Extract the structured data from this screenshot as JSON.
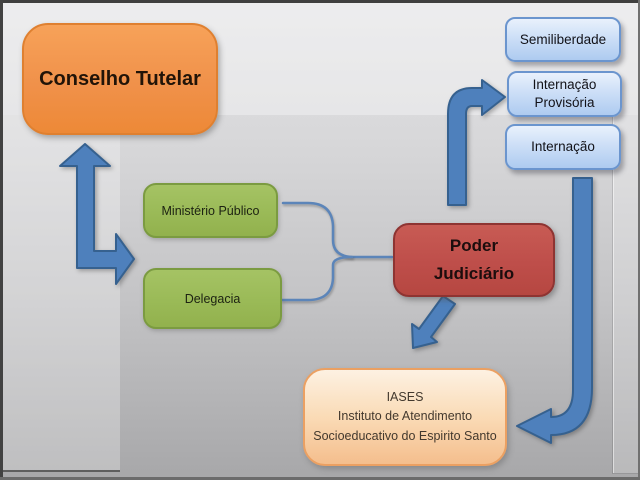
{
  "diagram": {
    "nodes": [
      {
        "id": "conselho-tutelar",
        "label": "Conselho Tutelar",
        "fill": "#F0914A",
        "border": "#DF8030"
      },
      {
        "id": "ministerio-publico",
        "label": "Ministério Público",
        "fill": "#9ABA57",
        "border": "#7B9B41"
      },
      {
        "id": "delegacia",
        "label": "Delegacia",
        "fill": "#9ABA57",
        "border": "#7B9B41"
      },
      {
        "id": "poder-judiciario",
        "label": "Poder\nJudiciário",
        "fill": "#BE4E4A",
        "border": "#8E3432"
      },
      {
        "id": "iases",
        "label": "IASES\nInstituto de Atendimento\nSocioeducativo do Espirito Santo",
        "fill": "#FADBB6",
        "border": "#EBA062"
      },
      {
        "id": "semiliberdade",
        "label": "Semiliberdade",
        "fill": "#CDDFF7",
        "border": "#6B95CE"
      },
      {
        "id": "internacao-provisoria",
        "label": "Internação\nProvisória",
        "fill": "#CDDFF7",
        "border": "#6B95CE"
      },
      {
        "id": "internacao",
        "label": "Internação",
        "fill": "#CDDFF7",
        "border": "#6B95CE"
      }
    ],
    "edges": [
      {
        "id": "arrow-up-to-conselho",
        "to": "conselho-tutelar",
        "type": "thick-bent-double-arrow",
        "heads": [
          "up-to-conselho-tutelar",
          "right-toward-ministerio-publico-delegacia"
        ],
        "color": "#4E80BC"
      },
      {
        "id": "brace-to-poder",
        "from": [
          "ministerio-publico",
          "delegacia"
        ],
        "to": "poder-judiciario",
        "type": "thin-brace-connector",
        "color": "#5C85B9"
      },
      {
        "id": "arrow-poder-to-internacao-provisoria",
        "from": "poder-judiciario",
        "to": "internacao-provisoria",
        "type": "thick-elbow-arrow",
        "color": "#4E80BC"
      },
      {
        "id": "arrow-poder-to-iases",
        "from": "poder-judiciario",
        "to": "iases",
        "type": "thick-diagonal-arrow",
        "color": "#4E80BC"
      },
      {
        "id": "arrow-internacao-to-iases",
        "from": "internacao",
        "to": "iases",
        "type": "thick-curved-arrow",
        "color": "#4E80BC"
      }
    ],
    "colors": {
      "arrow_fill": "#4E80BC",
      "arrow_border": "#36618F",
      "background_top": "#E4E4E6",
      "background_bottom": "#A7A7A9",
      "frame": "#3F3F3F"
    }
  }
}
